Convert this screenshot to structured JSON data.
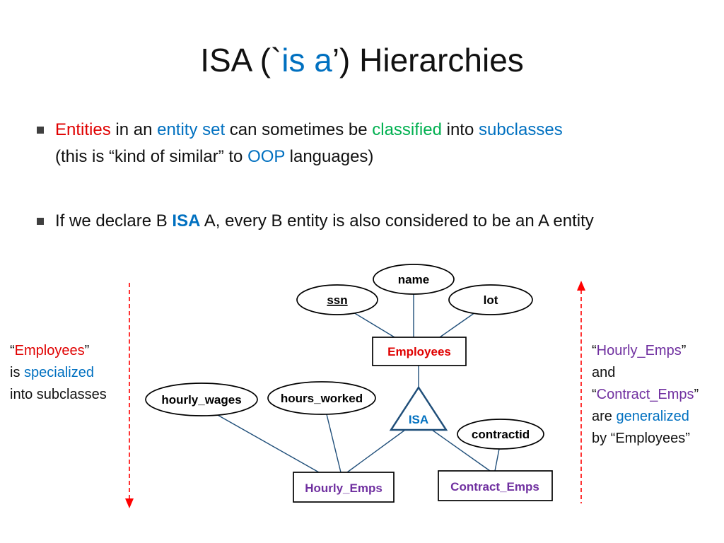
{
  "title": {
    "s1": "ISA (`",
    "s2": "is a",
    "s3": "’) Hierarchies"
  },
  "bullets": {
    "b1_l1": {
      "s1": "Entities",
      "s2": " in an ",
      "s3": "entity set",
      "s4": " can sometimes be ",
      "s5": "classified",
      "s6": " into ",
      "s7": "subclasses"
    },
    "b1_l2": {
      "s1": "(this is “kind of similar” to ",
      "s2": "OOP",
      "s3": " languages)"
    },
    "b2": {
      "s1": "If we declare B ",
      "s2": "ISA",
      "s3": " A, every B entity is also considered to be an A entity"
    }
  },
  "diagram": {
    "attr_name": "name",
    "attr_ssn": "ssn",
    "attr_lot": "lot",
    "attr_hourly_wages": "hourly_wages",
    "attr_hours_worked": "hours_worked",
    "attr_contractid": "contractid",
    "entity_employees": "Employees",
    "entity_hourly_emps": "Hourly_Emps",
    "entity_contract_emps": "Contract_Emps",
    "isa_label": "ISA"
  },
  "left_note": {
    "l1_q1": "“",
    "l1_word": "Employees",
    "l1_q2": "”",
    "l2_a": "is ",
    "l2_b": "specialized",
    "l3": "into subclasses"
  },
  "right_note": {
    "l1_q1": "“",
    "l1_word": "Hourly_Emps",
    "l1_q2": "”",
    "l2": "and",
    "l3_q1": "“",
    "l3_word": "Contract_Emps",
    "l3_q2": "”",
    "l4_a": "are ",
    "l4_b": "generalized",
    "l5": "by “Employees”"
  },
  "colors": {
    "accent_blue": "#0070C0",
    "accent_red": "#E00000",
    "accent_green": "#00B050",
    "accent_purple": "#7030A0",
    "diagram_line": "#1F4E79",
    "arrow_red": "#FF0000"
  }
}
